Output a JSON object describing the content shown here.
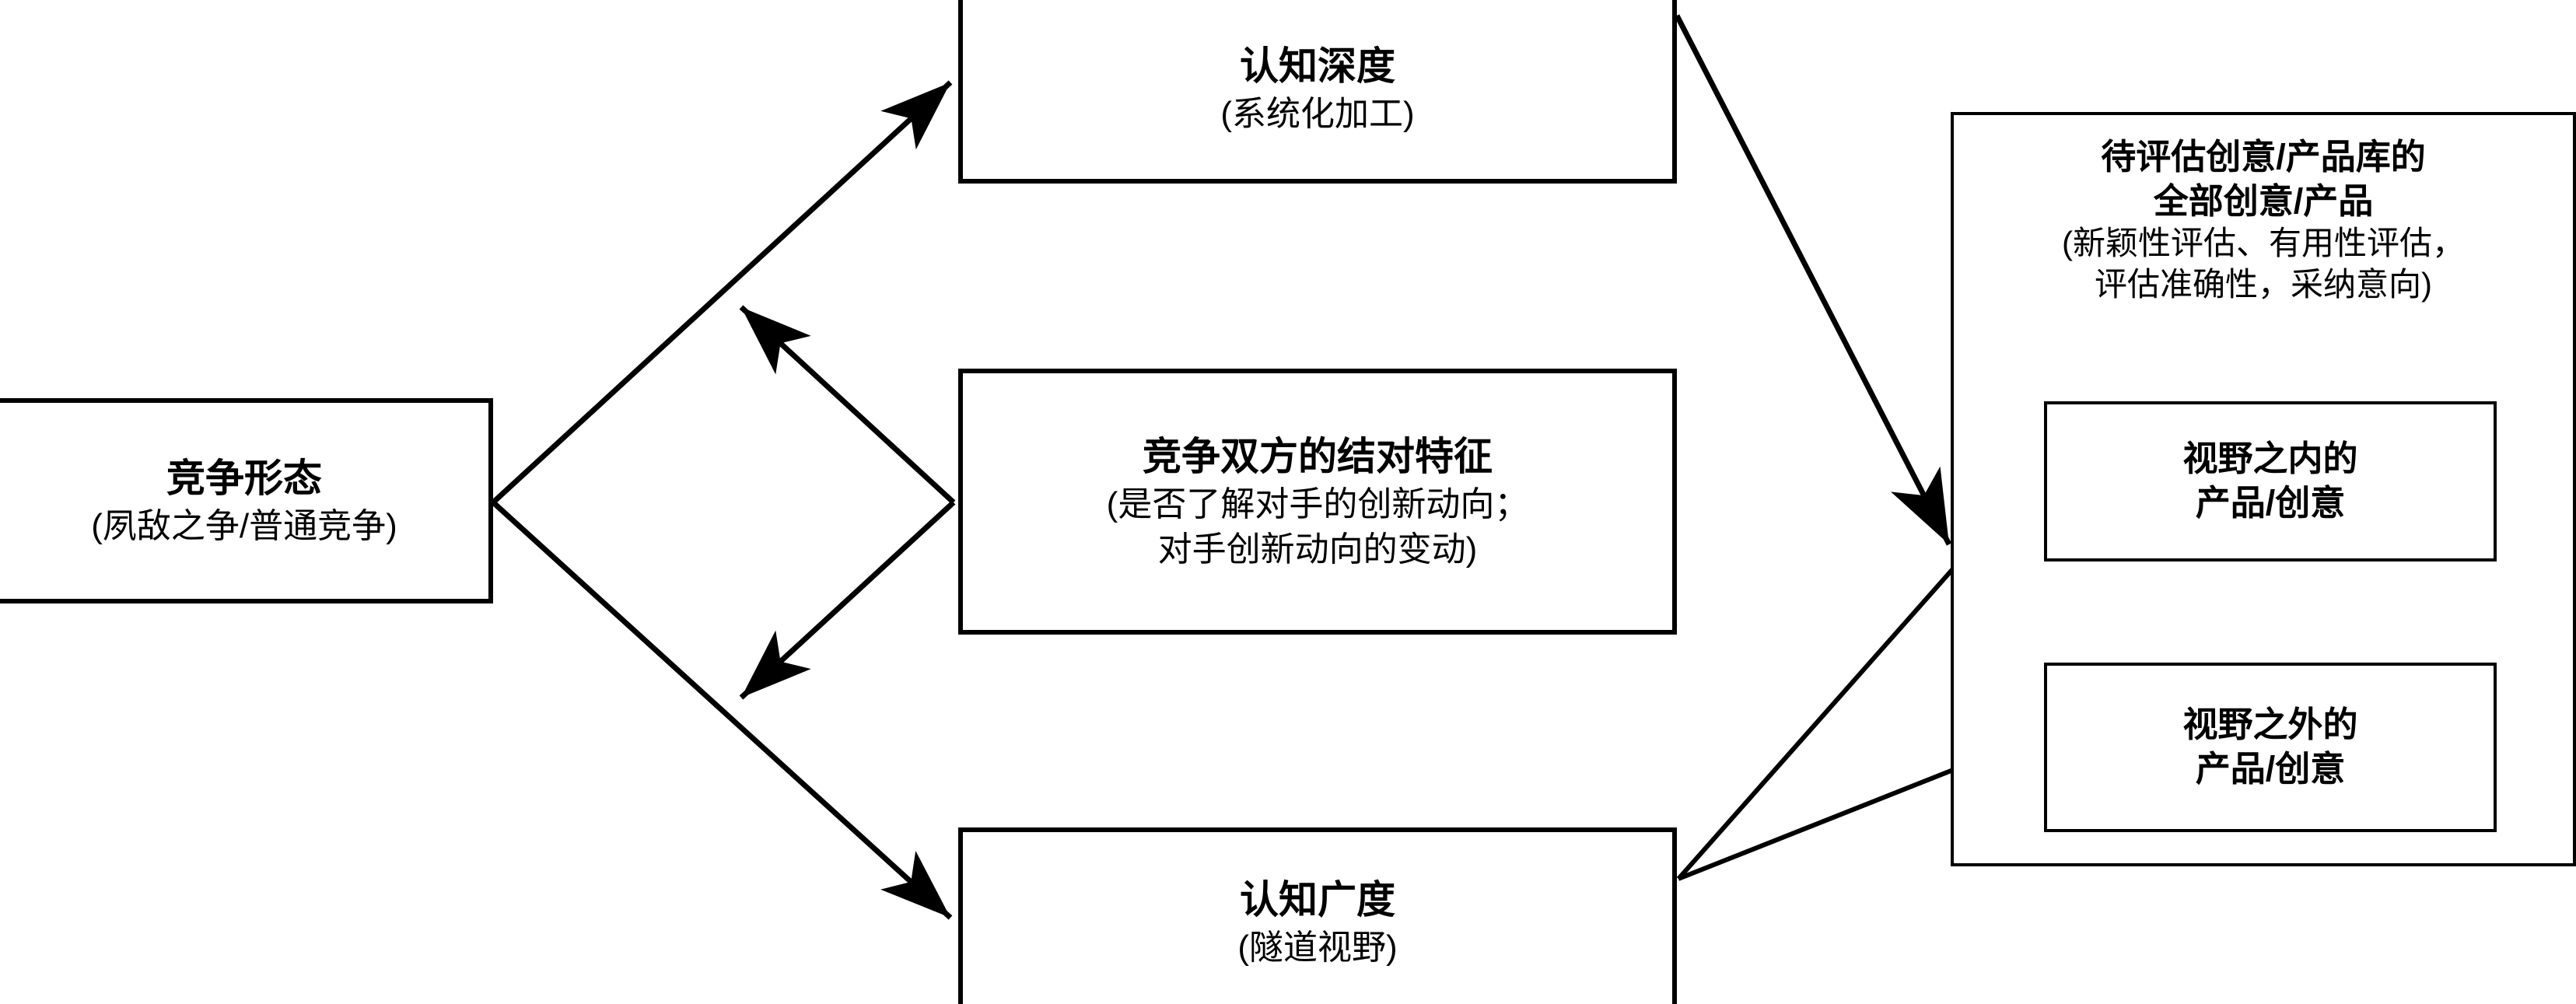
{
  "diagram": {
    "type": "flow-diagram",
    "language": "zh-CN",
    "background_color": "#ffffff",
    "line_color": "#000000",
    "text_color": "#000000",
    "nodes": {
      "competition_form": {
        "title": "竞争形态",
        "subtitle": "(夙敌之争/普通竞争)"
      },
      "cognitive_depth": {
        "title": "认知深度",
        "subtitle": "(系统化加工)"
      },
      "pair_traits": {
        "title": "竞争双方的结对特征",
        "subtitle_line1": "(是否了解对手的创新动向；",
        "subtitle_line2": "对手创新动向的变动)"
      },
      "cognitive_breadth": {
        "title": "认知广度",
        "subtitle": "(隧道视野)"
      },
      "idea_pool": {
        "title_line1": "待评估创意/产品库的",
        "title_line2": "全部创意/产品",
        "subtitle_line1": "(新颖性评估、有用性评估，",
        "subtitle_line2": "评估准确性，采纳意向)"
      },
      "in_view": {
        "title_line1": "视野之内的",
        "title_line2": "产品/创意"
      },
      "out_view": {
        "title_line1": "视野之外的",
        "title_line2": "产品/创意"
      }
    },
    "edges": [
      {
        "id": "edge-form-to-depth",
        "from": "competition_form",
        "to": "cognitive_depth",
        "arrowheads": "end"
      },
      {
        "id": "edge-form-to-breadth",
        "from": "competition_form",
        "to": "cognitive_breadth",
        "arrowheads": "end"
      },
      {
        "id": "edge-traits-to-depth-path",
        "from": "pair_traits",
        "to": "edge-form-to-depth",
        "arrowheads": "end"
      },
      {
        "id": "edge-traits-to-breadth-path",
        "from": "pair_traits",
        "to": "edge-form-to-breadth",
        "arrowheads": "end"
      },
      {
        "id": "edge-depth-to-pool",
        "from": "cognitive_depth",
        "to": "idea_pool",
        "arrowheads": "end"
      },
      {
        "id": "edge-breadth-to-in-view",
        "from": "cognitive_breadth",
        "to": "in_view",
        "arrowheads": "end"
      },
      {
        "id": "edge-breadth-to-out-view",
        "from": "cognitive_breadth",
        "to": "out_view",
        "arrowheads": "end"
      }
    ]
  }
}
